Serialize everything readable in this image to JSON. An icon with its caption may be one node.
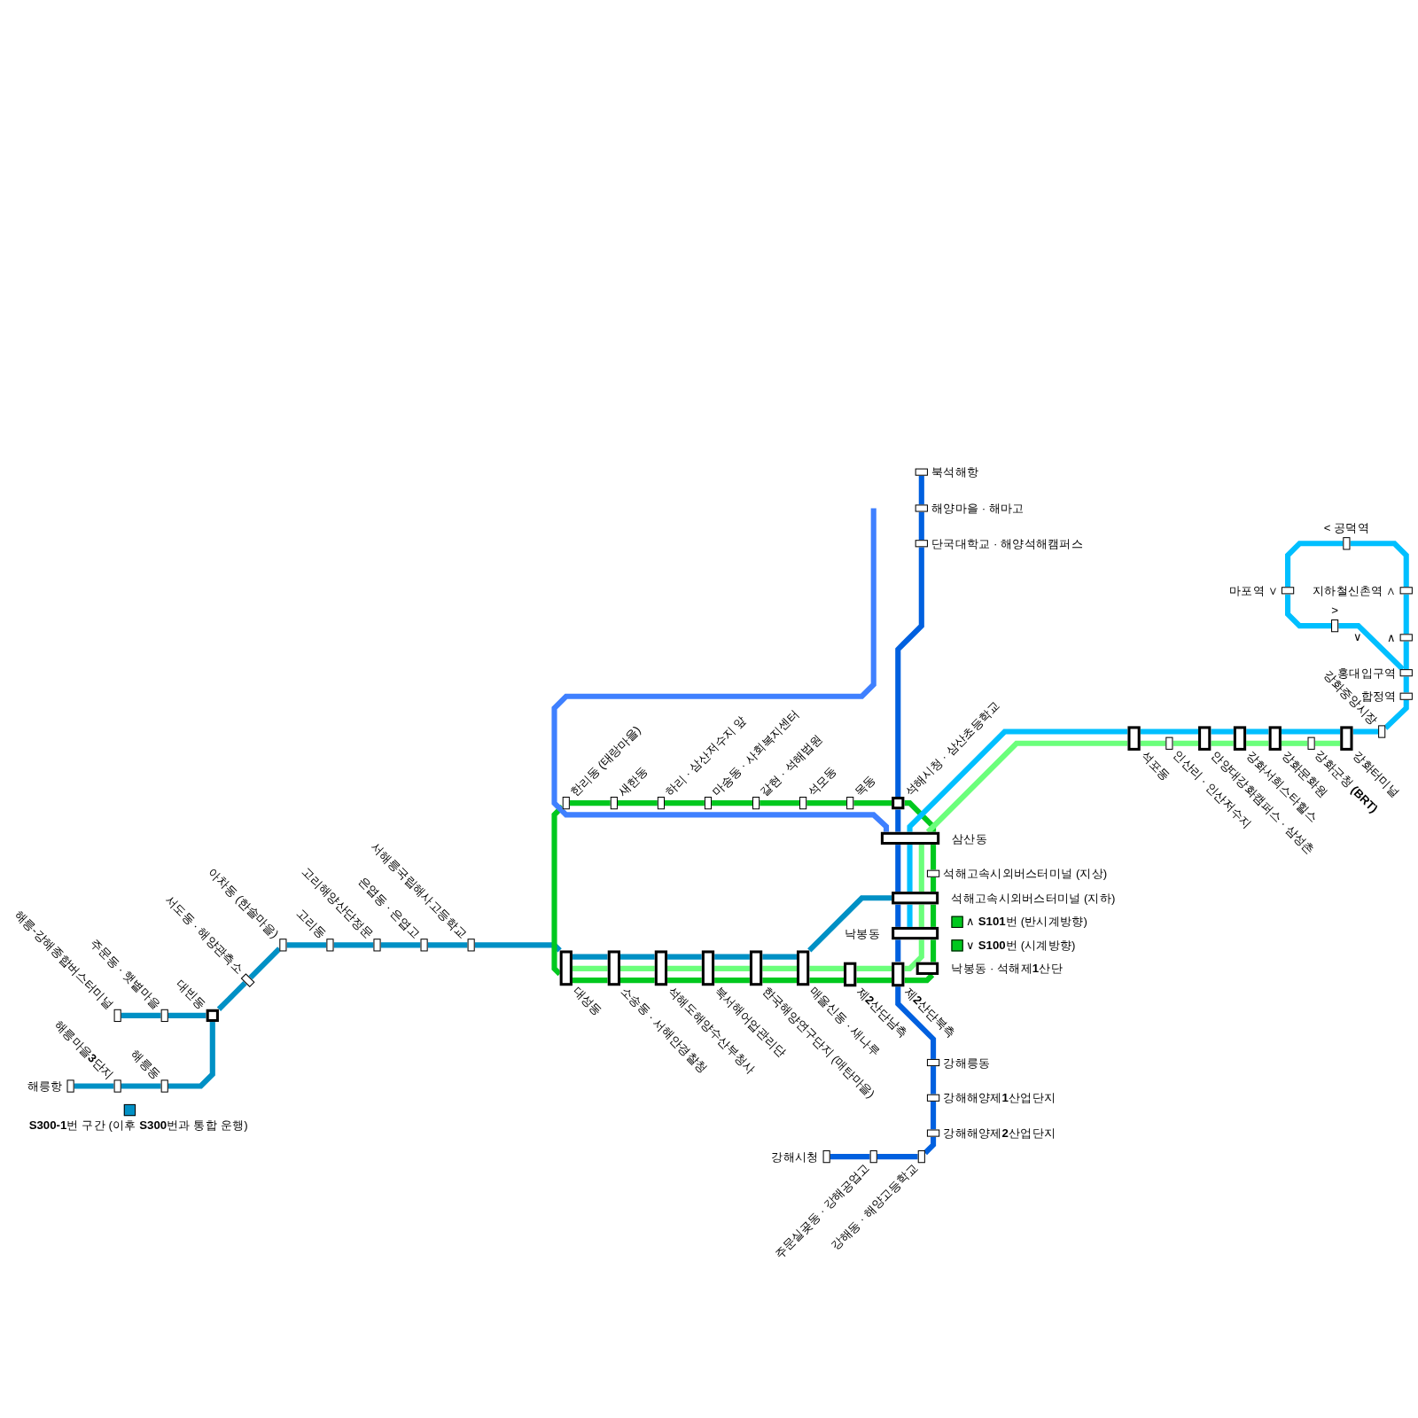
{
  "diagram": {
    "nodes": [
      {
        "text": [
          "북석해항"
        ]
      },
      {
        "text": [
          "해양마을 · 해마고"
        ]
      },
      {
        "text": [
          "단국대학교 · 해양석해캠퍼스"
        ]
      },
      {
        "text": [
          "< 공덕역"
        ]
      },
      {
        "text": [
          "마포역 ∨"
        ]
      },
      {
        "text": [
          "지하철신촌역 ∧"
        ]
      },
      {
        "text": [
          ">"
        ]
      },
      {
        "text": [
          "∧"
        ]
      },
      {
        "text": [
          "홍대입구역"
        ]
      },
      {
        "text": [
          "합정역"
        ]
      },
      {
        "text": [
          "강화중앙시장"
        ]
      },
      {
        "text": [
          "한리동 (태랑마을)"
        ]
      },
      {
        "text": [
          "새한동"
        ]
      },
      {
        "text": [
          "하리 · 삼산저수지 앞"
        ]
      },
      {
        "text": [
          "마송동 · 사회복지센터"
        ]
      },
      {
        "text": [
          "갈현 · 석해법원"
        ]
      },
      {
        "text": [
          "석모동"
        ]
      },
      {
        "text": [
          "목동"
        ]
      },
      {
        "text": [
          "석해시청 · 삼산초등학교"
        ]
      },
      {
        "text": [
          "석포동"
        ]
      },
      {
        "text": [
          "인산리 · 인산저수지"
        ]
      },
      {
        "text": [
          "안양대강화캠퍼스 · 삼성촌"
        ]
      },
      {
        "text": [
          "강화서희스타힐스"
        ]
      },
      {
        "text": [
          "강화문화원"
        ]
      },
      {
        "text": [
          "강화군청 **(BRT)**"
        ]
      },
      {
        "text": [
          "강화터미널"
        ]
      },
      {
        "text": [
          "삼산동"
        ]
      },
      {
        "text": [
          "석해고속시외버스터미널 (지상)"
        ]
      },
      {
        "text": [
          "석해고속시외버스터미널 (지하)"
        ]
      },
      {
        "text": [
          "낙봉동"
        ]
      },
      {
        "text": [
          "낙봉동 · 석해제**1**산단"
        ]
      },
      {
        "text": [
          "아차동 (한솔마을)"
        ]
      },
      {
        "text": [
          "고리동"
        ]
      },
      {
        "text": [
          "고리해양산단정문"
        ]
      },
      {
        "text": [
          "은엽동 · 은엽고"
        ]
      },
      {
        "text": [
          "서해릉국립해사고등학교"
        ]
      },
      {
        "text": [
          "서도동 · 해양관측소"
        ]
      },
      {
        "text": [
          "해릉-강해종합버스터미널"
        ]
      },
      {
        "text": [
          "주문동 · 햇볕마을"
        ]
      },
      {
        "text": [
          "대빈동"
        ]
      },
      {
        "text": [
          "해릉항"
        ]
      },
      {
        "text": [
          "해릉마을**3**단지"
        ]
      },
      {
        "text": [
          "해릉동"
        ]
      },
      {
        "text": [
          "대성동"
        ]
      },
      {
        "text": [
          "소송동 · 서해안경찰청"
        ]
      },
      {
        "text": [
          "석해도해양수산부청사"
        ]
      },
      {
        "text": [
          "북서해어업관리단"
        ]
      },
      {
        "text": [
          "한국해양연구단지 (매탄마을)"
        ]
      },
      {
        "text": [
          "매올신동 · 새나루"
        ]
      },
      {
        "text": [
          "제**2**산단남측"
        ]
      },
      {
        "text": [
          "제**2**산단북측"
        ]
      },
      {
        "text": [
          "강해릉동"
        ]
      },
      {
        "text": [
          "강해해양제**1**산업단지"
        ]
      },
      {
        "text": [
          "강해해양제**2**산업단지"
        ]
      },
      {
        "text": [
          "강해동 · 해양고등학교"
        ]
      },
      {
        "text": [
          "주문실곶동 · 강해공업고"
        ]
      },
      {
        "text": [
          "강해시청"
        ]
      }
    ],
    "edges": [
      {
        "from": 40,
        "to": 41,
        "arrow": "none",
        "color": "#0090c5"
      },
      {
        "from": 41,
        "to": 42,
        "arrow": "none",
        "color": "#0090c5"
      },
      {
        "from": 42,
        "to": 39,
        "arrow": "none",
        "color": "#0090c5"
      },
      {
        "from": 37,
        "to": 38,
        "arrow": "none",
        "color": "#0090c5"
      },
      {
        "from": 38,
        "to": 39,
        "arrow": "none",
        "color": "#0090c5"
      },
      {
        "from": 39,
        "to": 36,
        "arrow": "none",
        "color": "#0090c5"
      },
      {
        "from": 36,
        "to": 31,
        "arrow": "none",
        "color": "#0090c5"
      },
      {
        "from": 31,
        "to": 32,
        "arrow": "none",
        "color": "#0090c5"
      },
      {
        "from": 32,
        "to": 33,
        "arrow": "none",
        "color": "#0090c5"
      },
      {
        "from": 33,
        "to": 34,
        "arrow": "none",
        "color": "#0090c5"
      },
      {
        "from": 34,
        "to": 35,
        "arrow": "none",
        "color": "#0090c5"
      },
      {
        "from": 35,
        "to": 43,
        "arrow": "none",
        "color": "#0090c5"
      },
      {
        "from": 43,
        "to": 44,
        "arrow": "none",
        "color": "#0090c5"
      },
      {
        "from": 44,
        "to": 45,
        "arrow": "none",
        "color": "#0090c5"
      },
      {
        "from": 45,
        "to": 46,
        "arrow": "none",
        "color": "#0090c5"
      },
      {
        "from": 46,
        "to": 47,
        "arrow": "none",
        "color": "#0090c5"
      },
      {
        "from": 47,
        "to": 48,
        "arrow": "none",
        "color": "#0090c5"
      },
      {
        "from": 48,
        "to": 28,
        "arrow": "none",
        "color": "#0090c5"
      },
      {
        "from": 11,
        "to": 12,
        "arrow": "none",
        "color": "#00c81e"
      },
      {
        "from": 12,
        "to": 13,
        "arrow": "none",
        "color": "#00c81e"
      },
      {
        "from": 13,
        "to": 14,
        "arrow": "none",
        "color": "#00c81e"
      },
      {
        "from": 14,
        "to": 15,
        "arrow": "none",
        "color": "#00c81e"
      },
      {
        "from": 15,
        "to": 16,
        "arrow": "none",
        "color": "#00c81e"
      },
      {
        "from": 16,
        "to": 17,
        "arrow": "none",
        "color": "#00c81e"
      },
      {
        "from": 17,
        "to": 18,
        "arrow": "none",
        "color": "#00c81e"
      },
      {
        "from": 18,
        "to": 26,
        "arrow": "none",
        "color": "#00c81e"
      },
      {
        "from": 26,
        "to": 27,
        "arrow": "none",
        "color": "#00c81e"
      },
      {
        "from": 27,
        "to": 28,
        "arrow": "none",
        "color": "#00c81e"
      },
      {
        "from": 28,
        "to": 29,
        "arrow": "none",
        "color": "#00c81e"
      },
      {
        "from": 29,
        "to": 30,
        "arrow": "none",
        "color": "#00c81e"
      },
      {
        "from": 30,
        "to": 50,
        "arrow": "none",
        "color": "#00c81e"
      },
      {
        "from": 50,
        "to": 49,
        "arrow": "none",
        "color": "#00c81e"
      },
      {
        "from": 49,
        "to": 48,
        "arrow": "none",
        "color": "#00c81e"
      },
      {
        "from": 48,
        "to": 47,
        "arrow": "none",
        "color": "#00c81e"
      },
      {
        "from": 47,
        "to": 46,
        "arrow": "none",
        "color": "#00c81e"
      },
      {
        "from": 46,
        "to": 45,
        "arrow": "none",
        "color": "#00c81e"
      },
      {
        "from": 45,
        "to": 44,
        "arrow": "none",
        "color": "#00c81e"
      },
      {
        "from": 44,
        "to": 43,
        "arrow": "none",
        "color": "#00c81e"
      },
      {
        "from": 43,
        "to": 11,
        "arrow": "none",
        "color": "#00c81e"
      },
      {
        "from": 25,
        "to": 24,
        "arrow": "none",
        "color": "#6bff7b"
      },
      {
        "from": 24,
        "to": 23,
        "arrow": "none",
        "color": "#6bff7b"
      },
      {
        "from": 23,
        "to": 22,
        "arrow": "none",
        "color": "#6bff7b"
      },
      {
        "from": 22,
        "to": 21,
        "arrow": "none",
        "color": "#6bff7b"
      },
      {
        "from": 21,
        "to": 20,
        "arrow": "none",
        "color": "#6bff7b"
      },
      {
        "from": 20,
        "to": 19,
        "arrow": "none",
        "color": "#6bff7b"
      },
      {
        "from": 19,
        "to": 26,
        "arrow": "none",
        "color": "#6bff7b"
      },
      {
        "from": 26,
        "to": 28,
        "arrow": "none",
        "color": "#6bff7b"
      },
      {
        "from": 28,
        "to": 29,
        "arrow": "none",
        "color": "#6bff7b"
      },
      {
        "from": 29,
        "to": 50,
        "arrow": "none",
        "color": "#6bff7b"
      },
      {
        "from": 50,
        "to": 49,
        "arrow": "none",
        "color": "#6bff7b"
      },
      {
        "from": 49,
        "to": 48,
        "arrow": "none",
        "color": "#6bff7b"
      },
      {
        "from": 48,
        "to": 47,
        "arrow": "none",
        "color": "#6bff7b"
      },
      {
        "from": 47,
        "to": 46,
        "arrow": "none",
        "color": "#6bff7b"
      },
      {
        "from": 46,
        "to": 45,
        "arrow": "none",
        "color": "#6bff7b"
      },
      {
        "from": 45,
        "to": 44,
        "arrow": "none",
        "color": "#6bff7b"
      },
      {
        "from": 44,
        "to": 43,
        "arrow": "none",
        "color": "#6bff7b"
      },
      {
        "from": 29,
        "to": 28,
        "arrow": "none",
        "color": "#00bfff"
      },
      {
        "from": 28,
        "to": 26,
        "arrow": "none",
        "color": "#00bfff"
      },
      {
        "from": 26,
        "to": 19,
        "arrow": "none",
        "color": "#00bfff"
      },
      {
        "from": 19,
        "to": 21,
        "arrow": "none",
        "color": "#00bfff"
      },
      {
        "from": 21,
        "to": 22,
        "arrow": "none",
        "color": "#00bfff"
      },
      {
        "from": 22,
        "to": 23,
        "arrow": "none",
        "color": "#00bfff"
      },
      {
        "from": 23,
        "to": 25,
        "arrow": "none",
        "color": "#00bfff"
      },
      {
        "from": 25,
        "to": 10,
        "arrow": "none",
        "color": "#00bfff"
      },
      {
        "from": 10,
        "to": 9,
        "arrow": "none",
        "color": "#00bfff"
      },
      {
        "from": 9,
        "to": 8,
        "arrow": "none",
        "color": "#00bfff"
      },
      {
        "from": 8,
        "to": 7,
        "arrow": "none",
        "color": "#00bfff"
      },
      {
        "from": 7,
        "to": 5,
        "arrow": "none",
        "color": "#00bfff"
      },
      {
        "from": 5,
        "to": 3,
        "arrow": "none",
        "color": "#00bfff"
      },
      {
        "from": 3,
        "to": 4,
        "arrow": "none",
        "color": "#00bfff"
      },
      {
        "from": 4,
        "to": 6,
        "arrow": "none",
        "color": "#00bfff"
      },
      {
        "from": 6,
        "to": 8,
        "arrow": "none",
        "color": "#00bfff"
      },
      {
        "from": 0,
        "to": 1,
        "arrow": "none",
        "color": "#0060df"
      },
      {
        "from": 1,
        "to": 2,
        "arrow": "none",
        "color": "#0060df"
      },
      {
        "from": 2,
        "to": 18,
        "arrow": "none",
        "color": "#0060df"
      },
      {
        "from": 18,
        "to": 26,
        "arrow": "none",
        "color": "#0060df"
      },
      {
        "from": 26,
        "to": 28,
        "arrow": "none",
        "color": "#0060df"
      },
      {
        "from": 28,
        "to": 29,
        "arrow": "none",
        "color": "#0060df"
      },
      {
        "from": 29,
        "to": 50,
        "arrow": "none",
        "color": "#0060df"
      },
      {
        "from": 50,
        "to": 51,
        "arrow": "none",
        "color": "#0060df"
      },
      {
        "from": 51,
        "to": 52,
        "arrow": "none",
        "color": "#0060df"
      },
      {
        "from": 52,
        "to": 53,
        "arrow": "none",
        "color": "#0060df"
      },
      {
        "from": 53,
        "to": 54,
        "arrow": "none",
        "color": "#0060df"
      },
      {
        "from": 54,
        "to": 55,
        "arrow": "none",
        "color": "#0060df"
      },
      {
        "from": 55,
        "to": 56,
        "arrow": "none",
        "color": "#0060df"
      },
      {
        "from": null,
        "to": 26,
        "arrow": "none",
        "color": "#3f80ff"
      }
    ],
    "labels": [
      "∨"
    ],
    "legend": [
      {
        "text": "∧ **S101**번 (반시계방향)",
        "color": "#00c81e"
      },
      {
        "text": "∨ **S100**번 (시계방향)",
        "color": "#00c81e"
      },
      {
        "text": "**S300-1**번 구간 (이후 **S300**번과 통합 운행)",
        "color": "#0090c5"
      }
    ]
  }
}
